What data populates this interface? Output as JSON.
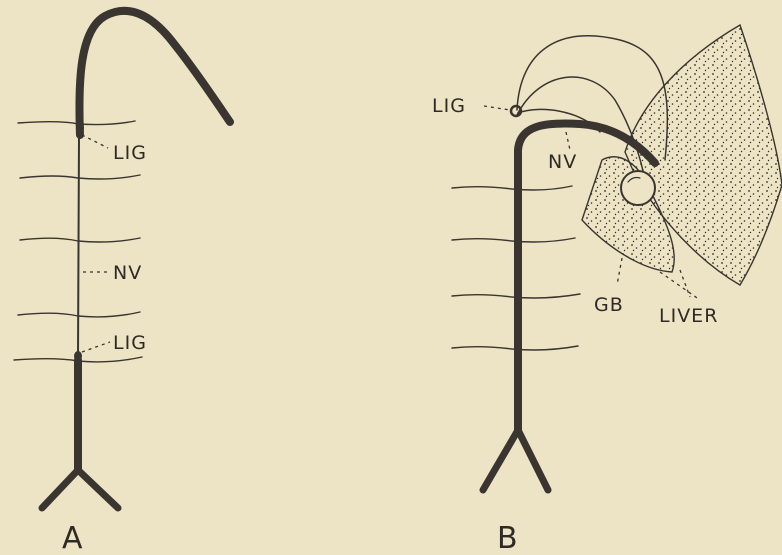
{
  "panel_a": {
    "letter": "A",
    "labels": {
      "lig_upper": "LIG",
      "nv": "NV",
      "lig_lower": "LIG"
    }
  },
  "panel_b": {
    "letter": "B",
    "labels": {
      "lig": "LIG",
      "nv": "NV",
      "gb": "GB",
      "liver": "LIVER"
    }
  },
  "colors": {
    "background": "#ece4c4",
    "ink": "#3a3530",
    "stipple": "#2f2a26"
  }
}
